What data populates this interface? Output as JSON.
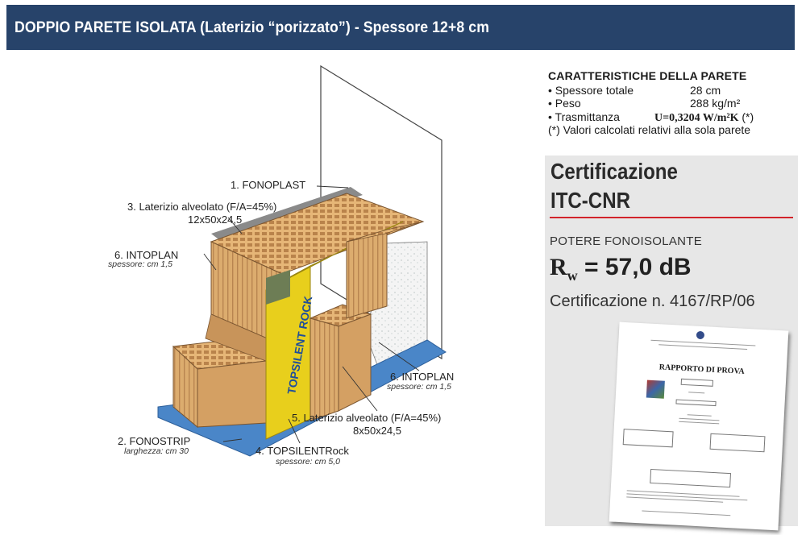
{
  "header": {
    "title": "DOPPIO PARETE ISOLATA (Laterizio “porizzato”) - Spessore 12+8 cm"
  },
  "diagram": {
    "labels": {
      "fonoplast": "1. FONOPLAST",
      "laterizio3": "3. Laterizio alveolato (F/A=45%)",
      "laterizio3_dim": "12x50x24,5",
      "intoplan_left": "6. INTOPLAN",
      "intoplan_left_sub": "spessore: cm 1,5",
      "intoplan_right": "6. INTOPLAN",
      "intoplan_right_sub": "spessore: cm 1,5",
      "laterizio5": "5. Laterizio alveolato (F/A=45%)",
      "laterizio5_dim": "8x50x24,5",
      "fonostrip": "2. FONOSTRIP",
      "fonostrip_sub": "larghezza: cm 30",
      "topsilent": "4. TOPSILENTRock",
      "topsilent_sub": "spessore: cm 5,0",
      "panel_brand": "TOPSILENT ROCK"
    }
  },
  "specs": {
    "title": "CARATTERISTICHE DELLA PARETE",
    "rows": [
      {
        "label": "• Spessore totale",
        "value": "28 cm"
      },
      {
        "label": "• Peso",
        "value": "288 kg/m²"
      },
      {
        "label": "• Trasmittanza",
        "value_bold": "U=0,3204 W/m²K",
        "value_tail": " (*)"
      }
    ],
    "note": "(*) Valori calcolati relativi alla sola parete"
  },
  "cert": {
    "title1": "Certificazione",
    "title2": "ITC-CNR",
    "potere": "POTERE FONOISOLANTE",
    "rw_symbol": "R",
    "rw_sub": "w",
    "rw_value": " = 57,0 dB",
    "number": "Certificazione n. 4167/RP/06",
    "doc_title": "RAPPORTO DI PROVA"
  },
  "colors": {
    "header_bg": "#27436a",
    "accent_red": "#d2232a",
    "panel_yellow": "#e8cf1c",
    "fonostrip_blue": "#4a86c8",
    "brick": "#d9a96b"
  }
}
